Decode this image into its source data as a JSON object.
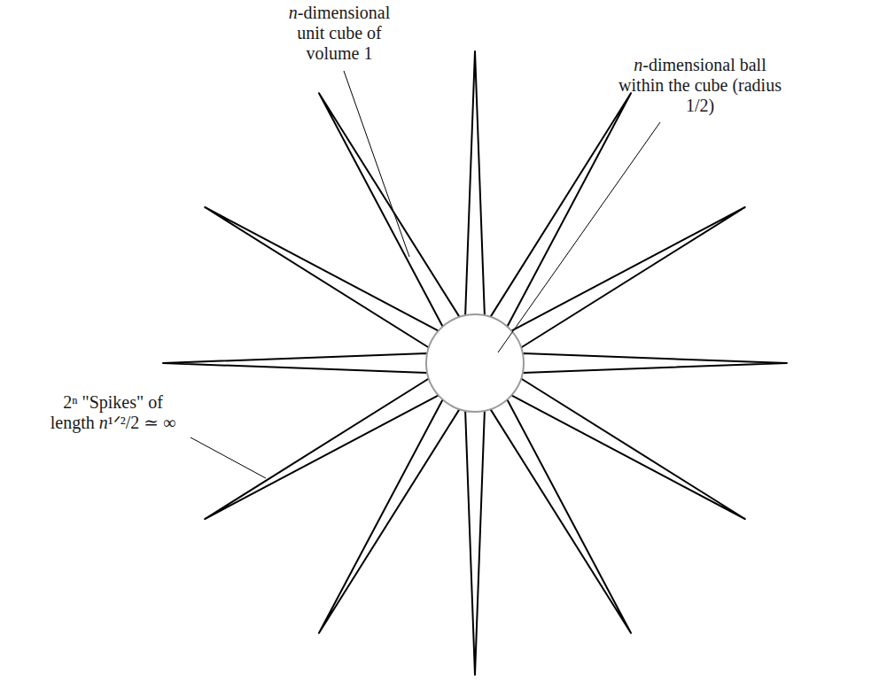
{
  "diagram": {
    "labels": [
      "n-dimensional unit cube of volume 1",
      "n-dimensional ball within the cube (radius 1/2)",
      "2ⁿ \"Spikes\" of length n¹ᐟ²/2 ≃ ∞"
    ]
  }
}
